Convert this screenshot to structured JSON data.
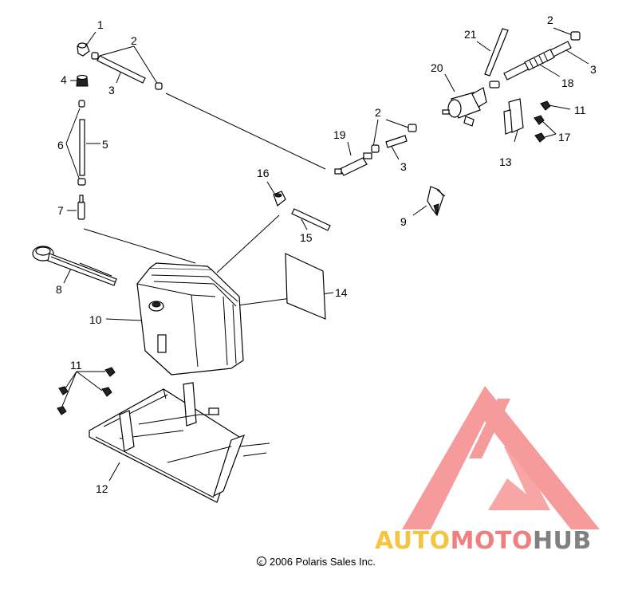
{
  "callouts": [
    "1",
    "2",
    "4",
    "3",
    "6",
    "5",
    "7",
    "8",
    "16",
    "15",
    "10",
    "14",
    "11",
    "12",
    "2",
    "3",
    "19",
    "21",
    "20",
    "2",
    "3",
    "18",
    "11",
    "13",
    "17",
    "9"
  ],
  "watermark": {
    "text_1": "AUTO",
    "text_2": "MOTO",
    "text_3": "HUB",
    "color_1": "#f5c542",
    "color_2": "#f08080",
    "color_3": "#808080",
    "logo_color": "#f58a8a"
  },
  "copyright": "2006 Polaris Sales Inc."
}
